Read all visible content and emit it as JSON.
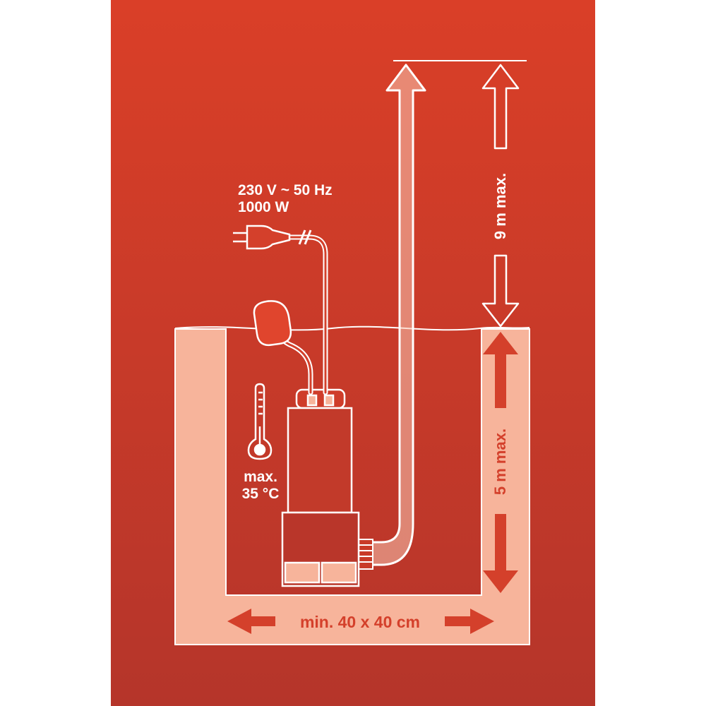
{
  "labels": {
    "power_voltage": "230 V ~ 50 Hz",
    "power_watt": "1000 W",
    "temp_max": "max.",
    "temp_value": "35 °C",
    "delivery_height": "9 m max.",
    "immersion_depth": "5 m max.",
    "shaft_size": "min. 40 x 40 cm"
  },
  "colors": {
    "panel_gradient_top": "#da3f28",
    "panel_gradient_bottom": "#b5352a",
    "shaft_fill": "#f7b49b",
    "line": "#ffffff",
    "arrow_red": "#d4402b",
    "hose_fill": "#f8c7b3"
  },
  "icons": [
    "plug-icon",
    "float-switch-icon",
    "thermometer-icon",
    "pump-icon"
  ]
}
